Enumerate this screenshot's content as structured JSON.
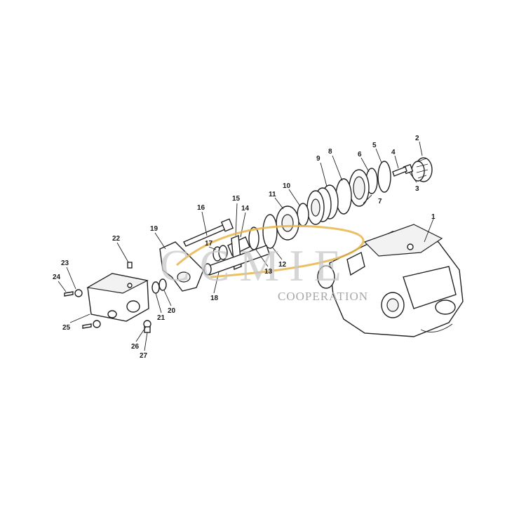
{
  "diagram": {
    "callouts": [
      "1",
      "2",
      "3",
      "4",
      "5",
      "6",
      "7",
      "8",
      "9",
      "10",
      "11",
      "12",
      "13",
      "14",
      "15",
      "16",
      "17",
      "18",
      "19",
      "20",
      "21",
      "22",
      "23",
      "24",
      "25",
      "26",
      "27"
    ],
    "watermark": {
      "brand": "CCMIE",
      "subtitle": "COOPERATION",
      "swoosh_color": "#e8b54a"
    }
  }
}
